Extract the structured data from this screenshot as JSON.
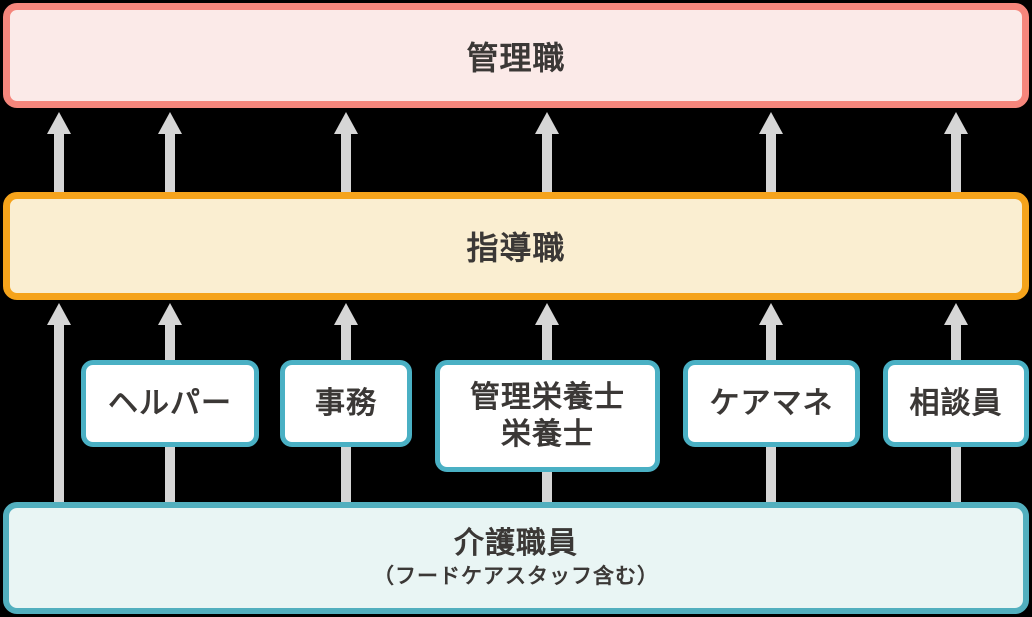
{
  "colors": {
    "management_border": "#F5867C",
    "management_fill": "#FBEAE8",
    "supervisor_border": "#F5A31B",
    "supervisor_fill": "#FAEED1",
    "role_border": "#4AB0C4",
    "care_staff_border": "#52AFBE",
    "care_staff_fill": "#E9F5F4",
    "arrow": "#D6D6D6",
    "text": "#3B3836"
  },
  "levels": {
    "management": {
      "label": "管理職"
    },
    "supervisor": {
      "label": "指導職"
    },
    "care_staff": {
      "label": "介護職員",
      "sublabel": "（フードケアスタッフ含む）"
    }
  },
  "roles": [
    {
      "label": "ヘルパー"
    },
    {
      "label": "事務"
    },
    {
      "label": "管理栄養士",
      "label_line2": "栄養士"
    },
    {
      "label": "ケアマネ"
    },
    {
      "label": "相談員"
    }
  ]
}
